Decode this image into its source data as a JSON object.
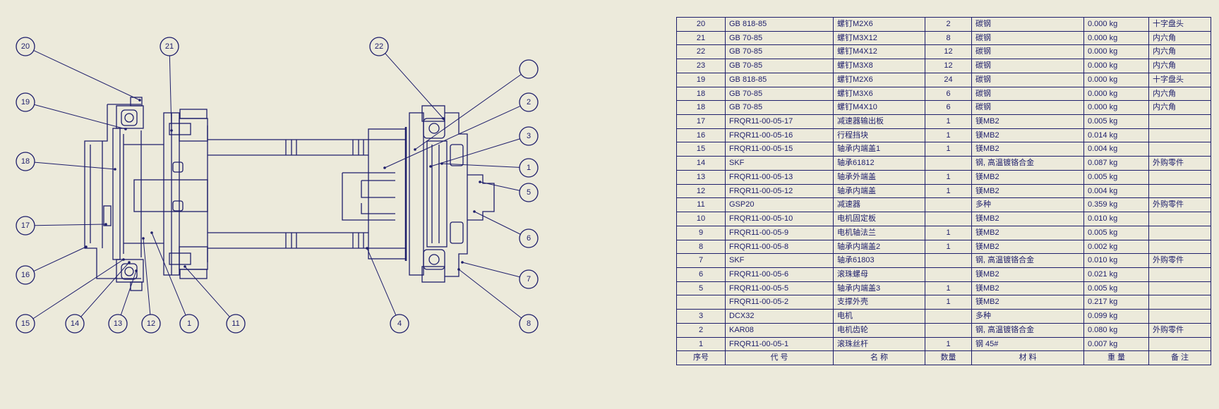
{
  "colors": {
    "background": "#eceadb",
    "line": "#1e1e6b",
    "text": "#1e1e6b"
  },
  "drawing": {
    "balloons": [
      "20",
      "21",
      "22",
      "19",
      "18",
      "17",
      "16",
      "15",
      "14",
      "13",
      "12",
      "1",
      "11",
      "4",
      "2",
      "3",
      "1",
      "5",
      "6",
      "7",
      "8"
    ]
  },
  "bom": {
    "header": {
      "seq": "序号",
      "code": "代 号",
      "name": "名 称",
      "qty": "数量",
      "material": "材 料",
      "weight": "重 量",
      "remark": "备 注"
    },
    "rows": [
      {
        "seq": "20",
        "code": "GB 818-85",
        "name": "螺钉M2X6",
        "qty": "2",
        "material": "碳钢",
        "weight": "0.000 kg",
        "remark": "十字盘头"
      },
      {
        "seq": "21",
        "code": "GB 70-85",
        "name": "螺钉M3X12",
        "qty": "8",
        "material": "碳钢",
        "weight": "0.000 kg",
        "remark": "内六角"
      },
      {
        "seq": "22",
        "code": "GB 70-85",
        "name": "螺钉M4X12",
        "qty": "12",
        "material": "碳钢",
        "weight": "0.000 kg",
        "remark": "内六角"
      },
      {
        "seq": "23",
        "code": "GB 70-85",
        "name": "螺钉M3X8",
        "qty": "12",
        "material": "碳钢",
        "weight": "0.000 kg",
        "remark": "内六角"
      },
      {
        "seq": "19",
        "code": "GB 818-85",
        "name": "螺钉M2X6",
        "qty": "24",
        "material": "碳钢",
        "weight": "0.000 kg",
        "remark": "十字盘头"
      },
      {
        "seq": "18",
        "code": "GB 70-85",
        "name": "螺钉M3X6",
        "qty": "6",
        "material": "碳钢",
        "weight": "0.000 kg",
        "remark": "内六角"
      },
      {
        "seq": "18",
        "code": "GB 70-85",
        "name": "螺钉M4X10",
        "qty": "6",
        "material": "碳钢",
        "weight": "0.000 kg",
        "remark": "内六角"
      },
      {
        "seq": "17",
        "code": "FRQR11-00-05-17",
        "name": "减速器输出板",
        "qty": "1",
        "material": "镁MB2",
        "weight": "0.005 kg",
        "remark": ""
      },
      {
        "seq": "16",
        "code": "FRQR11-00-05-16",
        "name": "行程挡块",
        "qty": "1",
        "material": "镁MB2",
        "weight": "0.014 kg",
        "remark": ""
      },
      {
        "seq": "15",
        "code": "FRQR11-00-05-15",
        "name": "轴承内端盖1",
        "qty": "1",
        "material": "镁MB2",
        "weight": "0.004 kg",
        "remark": ""
      },
      {
        "seq": "14",
        "code": "SKF",
        "name": "轴承61812",
        "qty": "",
        "material": "钢, 高温镀铬合金",
        "weight": "0.087 kg",
        "remark": "外购零件"
      },
      {
        "seq": "13",
        "code": "FRQR11-00-05-13",
        "name": "轴承外端盖",
        "qty": "1",
        "material": "镁MB2",
        "weight": "0.005 kg",
        "remark": ""
      },
      {
        "seq": "12",
        "code": "FRQR11-00-05-12",
        "name": "轴承内端盖",
        "qty": "1",
        "material": "镁MB2",
        "weight": "0.004 kg",
        "remark": ""
      },
      {
        "seq": "11",
        "code": "GSP20",
        "name": "减速器",
        "qty": "",
        "material": "多种",
        "weight": "0.359 kg",
        "remark": "外购零件"
      },
      {
        "seq": "10",
        "code": "FRQR11-00-05-10",
        "name": "电机固定板",
        "qty": "",
        "material": "镁MB2",
        "weight": "0.010 kg",
        "remark": ""
      },
      {
        "seq": "9",
        "code": "FRQR11-00-05-9",
        "name": "电机轴法兰",
        "qty": "1",
        "material": "镁MB2",
        "weight": "0.005 kg",
        "remark": ""
      },
      {
        "seq": "8",
        "code": "FRQR11-00-05-8",
        "name": "轴承内端盖2",
        "qty": "1",
        "material": "镁MB2",
        "weight": "0.002 kg",
        "remark": ""
      },
      {
        "seq": "7",
        "code": "SKF",
        "name": "轴承61803",
        "qty": "",
        "material": "钢, 高温镀铬合金",
        "weight": "0.010 kg",
        "remark": "外购零件"
      },
      {
        "seq": "6",
        "code": "FRQR11-00-05-6",
        "name": "滚珠螺母",
        "qty": "",
        "material": "镁MB2",
        "weight": "0.021 kg",
        "remark": ""
      },
      {
        "seq": "5",
        "code": "FRQR11-00-05-5",
        "name": "轴承内端盖3",
        "qty": "1",
        "material": "镁MB2",
        "weight": "0.005 kg",
        "remark": ""
      },
      {
        "seq": "",
        "code": "FRQR11-00-05-2",
        "name": "支撑外壳",
        "qty": "1",
        "material": "镁MB2",
        "weight": "0.217 kg",
        "remark": ""
      },
      {
        "seq": "3",
        "code": "DCX32",
        "name": "电机",
        "qty": "",
        "material": "多种",
        "weight": "0.099 kg",
        "remark": ""
      },
      {
        "seq": "2",
        "code": "KAR08",
        "name": "电机齿轮",
        "qty": "",
        "material": "钢, 高温镀铬合金",
        "weight": "0.080 kg",
        "remark": "外购零件"
      },
      {
        "seq": "1",
        "code": "FRQR11-00-05-1",
        "name": "滚珠丝杆",
        "qty": "1",
        "material": "钢 45#",
        "weight": "0.007 kg",
        "remark": ""
      }
    ]
  }
}
